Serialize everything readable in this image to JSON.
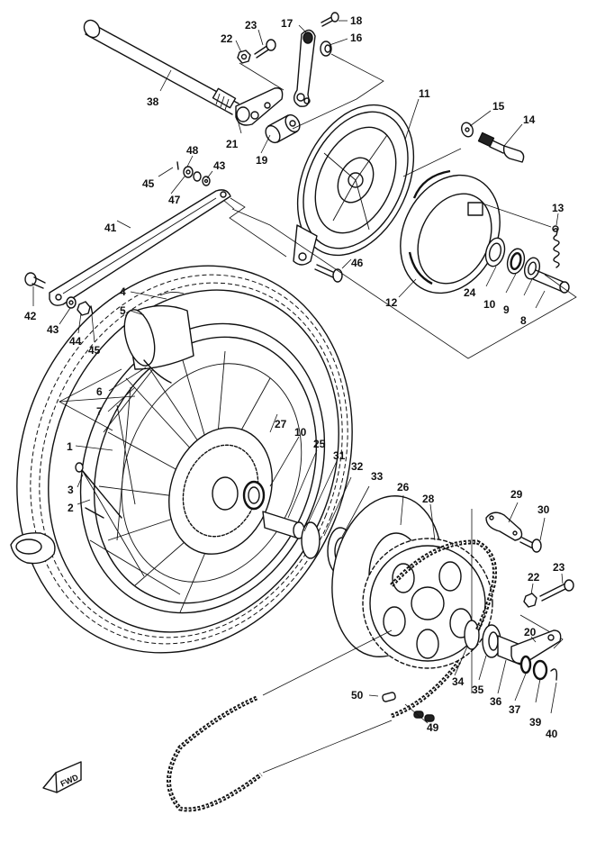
{
  "diagram": {
    "title": "Rear wheel / brake / chain exploded parts diagram",
    "direction_marker": "FWD",
    "parts": [
      {
        "id": "p1",
        "number": "1",
        "part": "spoke set"
      },
      {
        "id": "p2",
        "number": "2",
        "part": "spoke nipple"
      },
      {
        "id": "p3",
        "number": "3",
        "part": "valve / spoke end"
      },
      {
        "id": "p4",
        "number": "4",
        "part": "tire"
      },
      {
        "id": "p5",
        "number": "5",
        "part": "tube"
      },
      {
        "id": "p6",
        "number": "6",
        "part": "rim band"
      },
      {
        "id": "p7",
        "number": "7",
        "part": "rim"
      },
      {
        "id": "p8",
        "number": "8",
        "part": "axle collar"
      },
      {
        "id": "p9",
        "number": "9",
        "part": "oil seal"
      },
      {
        "id": "p10a",
        "number": "10",
        "part": "bearing (brake side)"
      },
      {
        "id": "p10b",
        "number": "10",
        "part": "bearing (hub)"
      },
      {
        "id": "p11",
        "number": "11",
        "part": "brake shoe plate"
      },
      {
        "id": "p12",
        "number": "12",
        "part": "brake shoe"
      },
      {
        "id": "p13",
        "number": "13",
        "part": "return spring"
      },
      {
        "id": "p14",
        "number": "14",
        "part": "brake camshaft"
      },
      {
        "id": "p15",
        "number": "15",
        "part": "washer"
      },
      {
        "id": "p16",
        "number": "16",
        "part": "seal"
      },
      {
        "id": "p17",
        "number": "17",
        "part": "camshaft lever"
      },
      {
        "id": "p18",
        "number": "18",
        "part": "bolt"
      },
      {
        "id": "p19",
        "number": "19",
        "part": "collar"
      },
      {
        "id": "p20",
        "number": "20",
        "part": "chain puller (right)"
      },
      {
        "id": "p21",
        "number": "21",
        "part": "chain puller (left)"
      },
      {
        "id": "p22a",
        "number": "22",
        "part": "nut (left)"
      },
      {
        "id": "p22b",
        "number": "22",
        "part": "nut (right)"
      },
      {
        "id": "p23a",
        "number": "23",
        "part": "adjusting bolt (left)"
      },
      {
        "id": "p23b",
        "number": "23",
        "part": "adjusting bolt (right)"
      },
      {
        "id": "p24",
        "number": "24",
        "part": "spacer"
      },
      {
        "id": "p25",
        "number": "25",
        "part": "spacer flange"
      },
      {
        "id": "p26",
        "number": "26",
        "part": "sprocket clutch hub"
      },
      {
        "id": "p27",
        "number": "27",
        "part": "hub"
      },
      {
        "id": "p28",
        "number": "28",
        "part": "rear sprocket"
      },
      {
        "id": "p29",
        "number": "29",
        "part": "lock washer"
      },
      {
        "id": "p30",
        "number": "30",
        "part": "sprocket bolt"
      },
      {
        "id": "p31",
        "number": "31",
        "part": "O-ring"
      },
      {
        "id": "p32",
        "number": "32",
        "part": "circlip"
      },
      {
        "id": "p33",
        "number": "33",
        "part": "bearing"
      },
      {
        "id": "p34",
        "number": "34",
        "part": "oil seal"
      },
      {
        "id": "p35",
        "number": "35",
        "part": "collar"
      },
      {
        "id": "p36",
        "number": "36",
        "part": "spacer"
      },
      {
        "id": "p37",
        "number": "37",
        "part": "washer"
      },
      {
        "id": "p38",
        "number": "38",
        "part": "rear axle"
      },
      {
        "id": "p39",
        "number": "39",
        "part": "axle nut"
      },
      {
        "id": "p40",
        "number": "40",
        "part": "cotter pin"
      },
      {
        "id": "p41",
        "number": "41",
        "part": "tension bar"
      },
      {
        "id": "p42",
        "number": "42",
        "part": "bolt"
      },
      {
        "id": "p43a",
        "number": "43",
        "part": "washer (upper)"
      },
      {
        "id": "p43b",
        "number": "43",
        "part": "washer (lower)"
      },
      {
        "id": "p44",
        "number": "44",
        "part": "nut"
      },
      {
        "id": "p45a",
        "number": "45",
        "part": "cotter pin (upper)"
      },
      {
        "id": "p45b",
        "number": "45",
        "part": "cotter pin (lower)"
      },
      {
        "id": "p46",
        "number": "46",
        "part": "bolt"
      },
      {
        "id": "p47",
        "number": "47",
        "part": "spring washer"
      },
      {
        "id": "p48",
        "number": "48",
        "part": "nut"
      },
      {
        "id": "p49",
        "number": "49",
        "part": "drive chain"
      },
      {
        "id": "p50",
        "number": "50",
        "part": "chain joint"
      }
    ]
  },
  "labels": {
    "l1": "1",
    "l2": "2",
    "l3": "3",
    "l4": "4",
    "l5": "5",
    "l6": "6",
    "l7": "7",
    "l8": "8",
    "l9": "9",
    "l10a": "10",
    "l10b": "10",
    "l11": "11",
    "l12": "12",
    "l13": "13",
    "l14": "14",
    "l15": "15",
    "l16": "16",
    "l17": "17",
    "l18": "18",
    "l19": "19",
    "l20": "20",
    "l21": "21",
    "l22a": "22",
    "l22b": "22",
    "l23a": "23",
    "l23b": "23",
    "l24": "24",
    "l25": "25",
    "l26": "26",
    "l27": "27",
    "l28": "28",
    "l29": "29",
    "l30": "30",
    "l31": "31",
    "l32": "32",
    "l33": "33",
    "l34": "34",
    "l35": "35",
    "l36": "36",
    "l37": "37",
    "l38": "38",
    "l39": "39",
    "l40": "40",
    "l41": "41",
    "l42": "42",
    "l43a": "43",
    "l43b": "43",
    "l44": "44",
    "l45a": "45",
    "l45b": "45",
    "l46": "46",
    "l47": "47",
    "l48": "48",
    "l49": "49",
    "l50": "50"
  }
}
